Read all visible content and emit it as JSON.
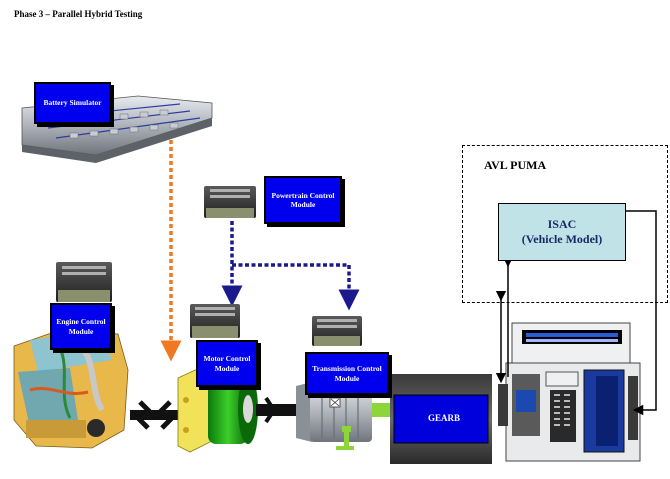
{
  "title": "Phase 3 – Parallel Hybrid Testing",
  "labels": {
    "battery": "Battery Simulator",
    "powertrain": "Powertrain Control Module",
    "engine": "Engine Control Module",
    "motor": "Motor Control Module",
    "transmission": "Transmission Control Module",
    "gearb": "GEARB"
  },
  "puma": {
    "title": "AVL PUMA",
    "isac": "ISAC\n(Vehicle Model)"
  },
  "colors": {
    "label_bg": "#0000ee",
    "battery_link": "#f07820",
    "controller_link": "#1a1a8c",
    "isac_bg": "#bfe3e6"
  }
}
